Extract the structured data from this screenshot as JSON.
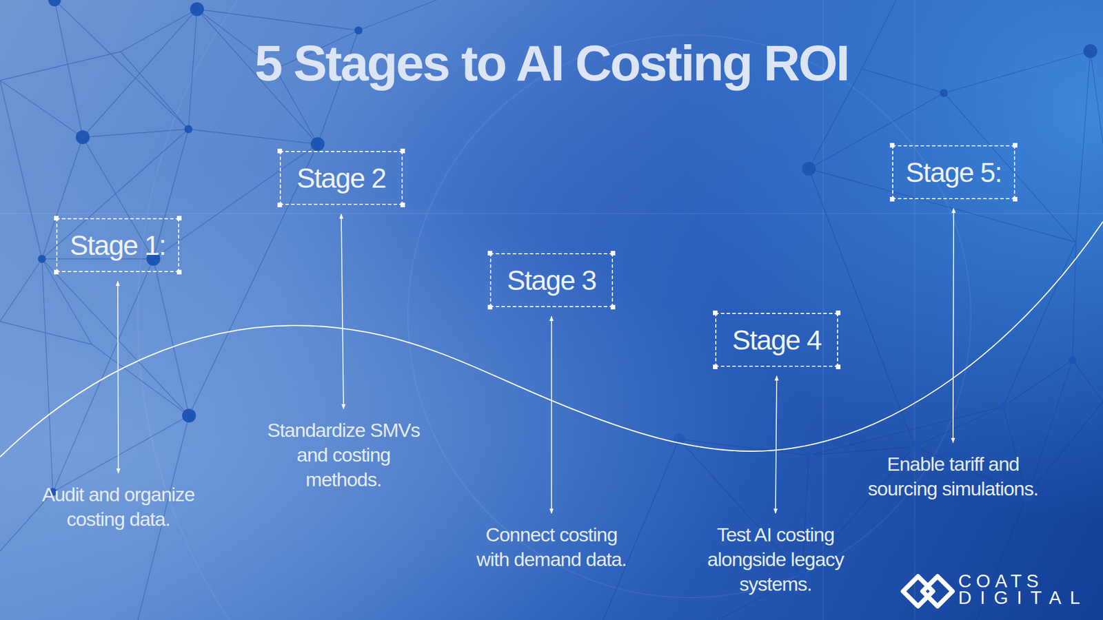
{
  "diagram": {
    "title": "5 Stages to AI Costing ROI",
    "nodes": [
      {
        "text": [
          "Stage 1:"
        ]
      },
      {
        "text": [
          "Audit and organize costing data."
        ]
      },
      {
        "text": [
          "Stage 2"
        ]
      },
      {
        "text": [
          "Standardize SMVs and costing methods."
        ]
      },
      {
        "text": [
          "Stage 3"
        ]
      },
      {
        "text": [
          "Connect costing with demand data."
        ]
      },
      {
        "text": [
          "Stage 4"
        ]
      },
      {
        "text": [
          "Test AI costing alongside legacy systems."
        ]
      },
      {
        "text": [
          "Stage 5:"
        ]
      },
      {
        "text": [
          "Enable tariff and sourcing simulations."
        ]
      }
    ],
    "edges": [
      {
        "from": 0,
        "to": 1,
        "arrow": "both"
      },
      {
        "from": 2,
        "to": 3,
        "arrow": "both"
      },
      {
        "from": 4,
        "to": 5,
        "arrow": "both"
      },
      {
        "from": 6,
        "to": 7,
        "arrow": "both"
      },
      {
        "from": 8,
        "to": 9,
        "arrow": "both"
      }
    ],
    "labels": [
      "COATS",
      "DIGITAL"
    ]
  }
}
